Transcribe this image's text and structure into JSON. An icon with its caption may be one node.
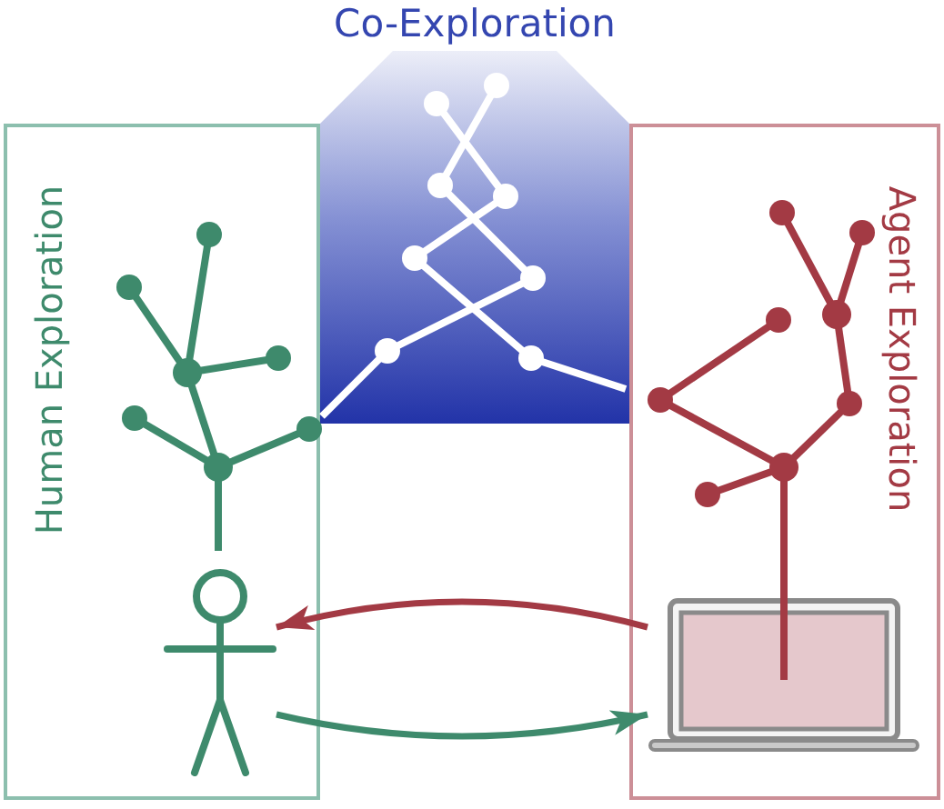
{
  "diagram": {
    "nodes": [
      {
        "text": [
          "Co-Exploration"
        ]
      },
      {
        "text": [
          "Human Exploration"
        ]
      },
      {
        "text": [
          "Agent Exploration"
        ]
      },
      {
        "text": [],
        "shape": "person",
        "in": 1
      },
      {
        "text": [],
        "shape": "laptop",
        "in": 2
      }
    ],
    "edges": [
      {
        "from": 4,
        "to": 3,
        "arrow": "to",
        "color": "#a33a44"
      },
      {
        "from": 3,
        "to": 4,
        "arrow": "to",
        "color": "#3e8a6c"
      }
    ]
  }
}
